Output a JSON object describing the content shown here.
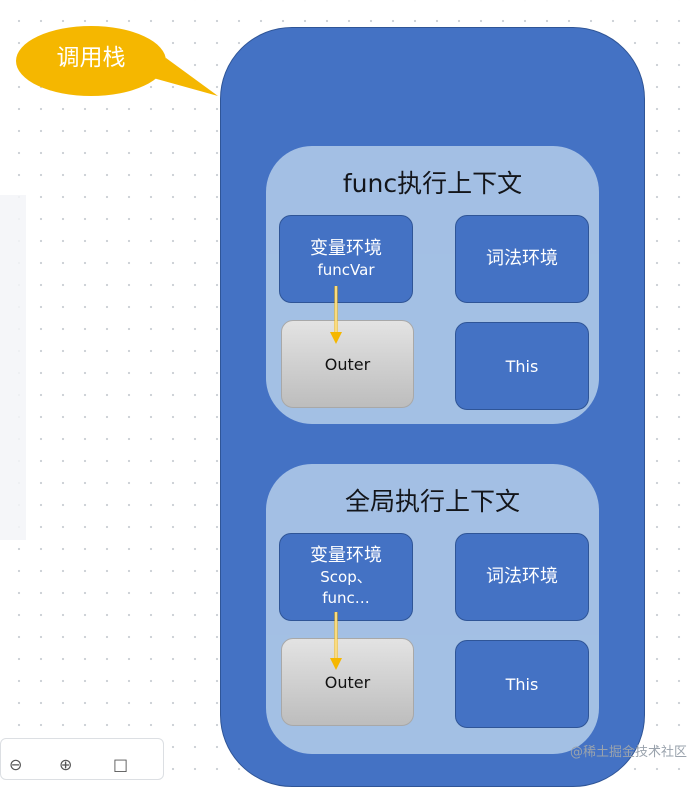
{
  "callout": {
    "label": "调用栈",
    "fill": "#f5b700"
  },
  "contexts": [
    {
      "title": "func执行上下文",
      "variable_env": {
        "label": "变量环境",
        "detail": [
          "funcVar"
        ]
      },
      "lexical_env": {
        "label": "词法环境"
      },
      "outer": {
        "label": "Outer"
      },
      "this_box": {
        "label": "This"
      }
    },
    {
      "title": "全局执行上下文",
      "variable_env": {
        "label": "变量环境",
        "detail": [
          "Scop、",
          "func…"
        ]
      },
      "lexical_env": {
        "label": "词法环境"
      },
      "outer": {
        "label": "Outer"
      },
      "this_box": {
        "label": "This"
      }
    }
  ],
  "footer": {
    "watermark_site": "@稀土掘金技术社区"
  },
  "colors": {
    "stack_blue": "#4472c4",
    "context_light_blue": "#a9c4e6",
    "outer_gray": "#c9c9c9",
    "arrow_yellow": "#f5b700"
  }
}
